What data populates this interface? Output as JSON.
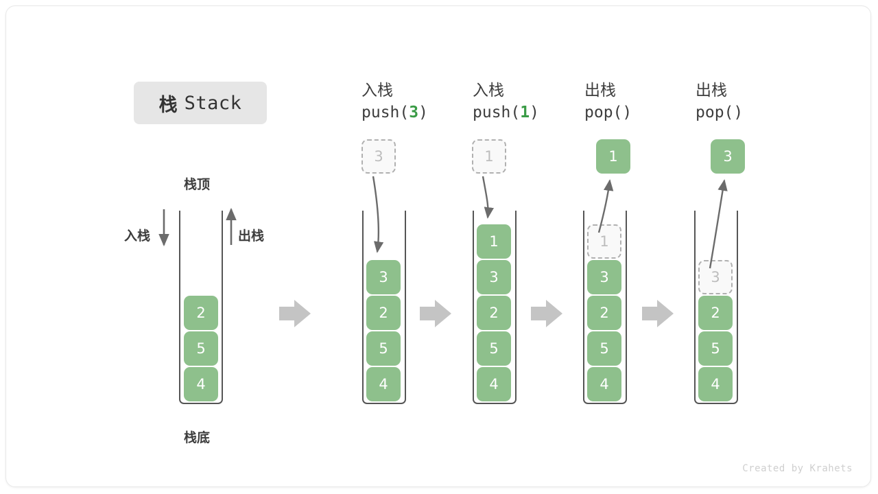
{
  "diagram": {
    "title_cn": "栈",
    "title_en": "Stack",
    "footer": "Created by Krahets",
    "accent_green": "#8ec08c",
    "arg_green": "#3a9b46",
    "ghost_gray": "#bdbdbd",
    "outline_gray": "#555555",
    "flow_arrow_gray": "#c4c4c4"
  },
  "legend": {
    "top_label": "栈顶",
    "bottom_label": "栈底",
    "push_label": "入栈",
    "pop_label": "出栈"
  },
  "columns": [
    {
      "id": "initial",
      "op_cn": "",
      "op_code_prefix": "",
      "op_code_arg": "",
      "op_code_suffix": "",
      "items": [
        "2",
        "5",
        "4"
      ],
      "incoming": null,
      "outgoing": null
    },
    {
      "id": "push-3",
      "op_cn": "入栈",
      "op_code_prefix": "push(",
      "op_code_arg": "3",
      "op_code_suffix": ")",
      "items": [
        "3",
        "2",
        "5",
        "4"
      ],
      "incoming": "3",
      "outgoing": null
    },
    {
      "id": "push-1",
      "op_cn": "入栈",
      "op_code_prefix": "push(",
      "op_code_arg": "1",
      "op_code_suffix": ")",
      "items": [
        "1",
        "3",
        "2",
        "5",
        "4"
      ],
      "incoming": "1",
      "outgoing": null
    },
    {
      "id": "pop-1",
      "op_cn": "出栈",
      "op_code_prefix": "pop(",
      "op_code_arg": "",
      "op_code_suffix": ")",
      "items": [
        "3",
        "2",
        "5",
        "4"
      ],
      "ghost_top": "1",
      "outgoing": "1"
    },
    {
      "id": "pop-3",
      "op_cn": "出栈",
      "op_code_prefix": "pop(",
      "op_code_arg": "",
      "op_code_suffix": ")",
      "items": [
        "2",
        "5",
        "4"
      ],
      "ghost_top": "3",
      "outgoing": "3"
    }
  ]
}
